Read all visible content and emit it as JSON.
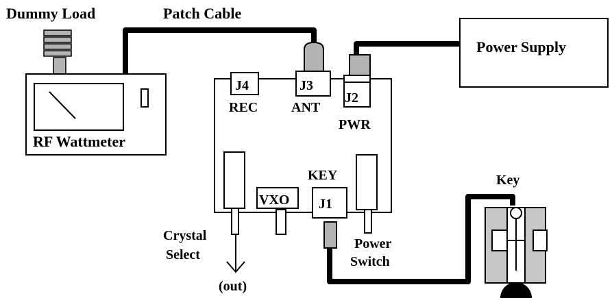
{
  "labels": {
    "dummy_load": "Dummy Load",
    "patch_cable": "Patch Cable",
    "power_supply": "Power Supply",
    "rf_wattmeter": "RF Wattmeter",
    "j4": "J4",
    "rec": "REC",
    "j3": "J3",
    "ant": "ANT",
    "j2": "J2",
    "pwr": "PWR",
    "key_jack": "KEY",
    "j1": "J1",
    "vxo": "VXO",
    "crystal_select_line1": "Crystal",
    "crystal_select_line2": "Select",
    "out": "(out)",
    "power_switch_line1": "Power",
    "power_switch_line2": "Switch",
    "key": "Key"
  },
  "colors": {
    "line": "#000000",
    "connector_gray": "#b3b3b3",
    "key_body": "#c8c8c8"
  }
}
